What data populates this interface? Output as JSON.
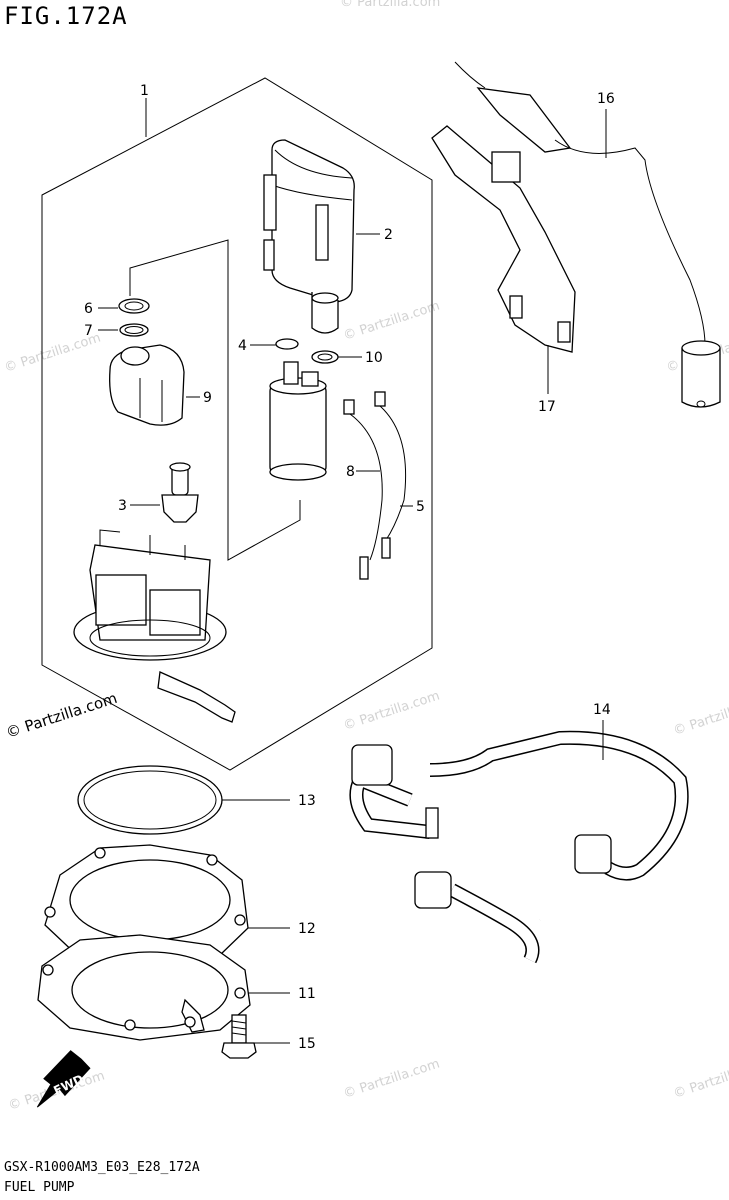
{
  "figure": {
    "title": "FIG.172A",
    "model_code": "GSX-R1000AM3_E03_E28_172A",
    "name": "FUEL PUMP"
  },
  "watermark": {
    "text": "© Partzilla.com"
  },
  "fwd_label": "FWD",
  "callouts": [
    {
      "id": "c1",
      "label": "1"
    },
    {
      "id": "c2",
      "label": "2"
    },
    {
      "id": "c3",
      "label": "3"
    },
    {
      "id": "c4",
      "label": "4"
    },
    {
      "id": "c5",
      "label": "5"
    },
    {
      "id": "c6",
      "label": "6"
    },
    {
      "id": "c7",
      "label": "7"
    },
    {
      "id": "c8",
      "label": "8"
    },
    {
      "id": "c9",
      "label": "9"
    },
    {
      "id": "c10",
      "label": "10"
    },
    {
      "id": "c11",
      "label": "11"
    },
    {
      "id": "c12",
      "label": "12"
    },
    {
      "id": "c13",
      "label": "13"
    },
    {
      "id": "c14",
      "label": "14"
    },
    {
      "id": "c15",
      "label": "15"
    },
    {
      "id": "c16",
      "label": "16"
    },
    {
      "id": "c17",
      "label": "17"
    }
  ]
}
